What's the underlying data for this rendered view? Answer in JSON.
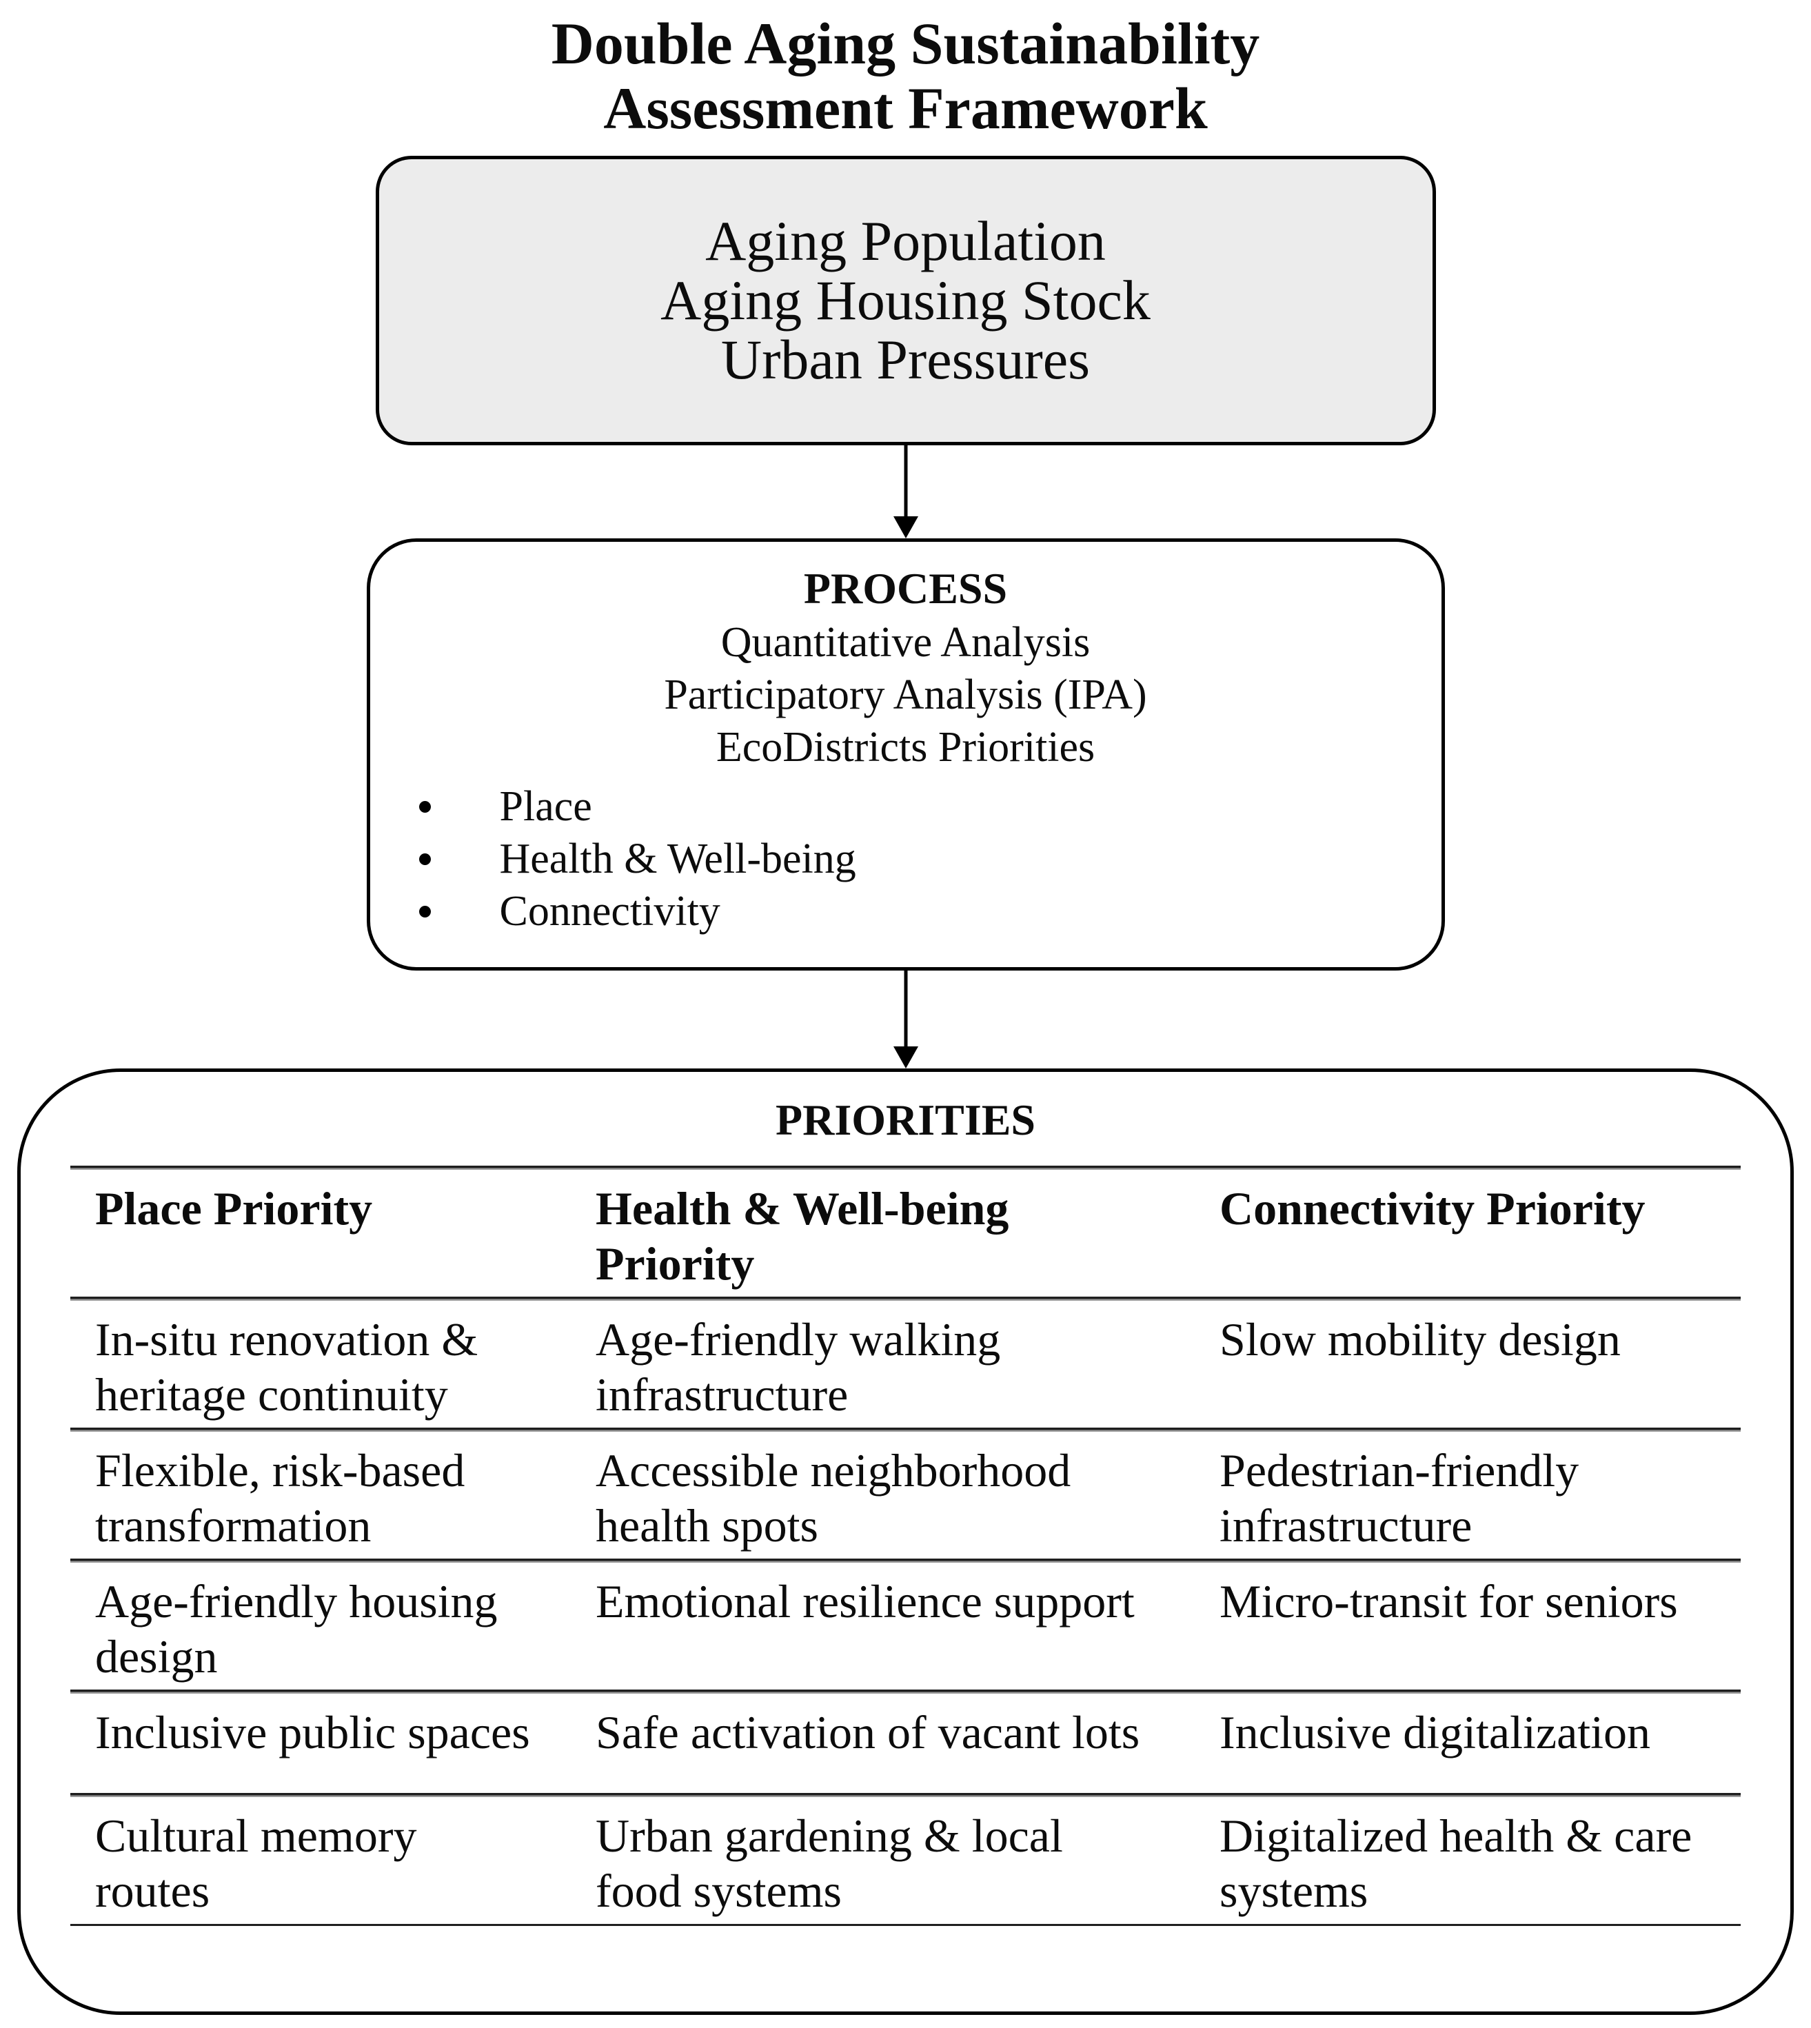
{
  "title": {
    "line1": "Double Aging Sustainability",
    "line2": "Assessment Framework"
  },
  "input_box": {
    "lines": [
      "Aging Population",
      "Aging Housing Stock",
      "Urban Pressures"
    ]
  },
  "process_box": {
    "heading": "PROCESS",
    "lines": [
      "Quantitative Analysis",
      "Participatory Analysis (IPA)",
      "EcoDistricts Priorities"
    ],
    "bullets": [
      "Place",
      "Health & Well-being",
      "Connectivity"
    ]
  },
  "priorities_box": {
    "heading": "PRIORITIES",
    "columns": [
      "Place Priority",
      "Health & Well-being\nPriority",
      "Connectivity Priority"
    ],
    "rows": [
      [
        "In-situ renovation &\nheritage continuity",
        "Age-friendly walking\ninfrastructure",
        "Slow mobility design"
      ],
      [
        "Flexible, risk-based\ntransformation",
        "Accessible neighborhood\nhealth spots",
        "Pedestrian-friendly\ninfrastructure"
      ],
      [
        "Age-friendly housing\ndesign",
        "Emotional resilience support",
        "Micro-transit for seniors"
      ],
      [
        "Inclusive public spaces",
        "Safe activation of vacant lots",
        "Inclusive digitalization"
      ],
      [
        "Cultural memory\nroutes",
        "Urban gardening & local\nfood systems",
        "Digitalized health & care\nsystems"
      ]
    ]
  },
  "colors": {
    "box_fill": "#ececec",
    "border_color": "#000000",
    "rule_dark": "#1f1f1f",
    "rule_shadow": "#9a9a9a",
    "text_color": "#0c0c0c"
  }
}
